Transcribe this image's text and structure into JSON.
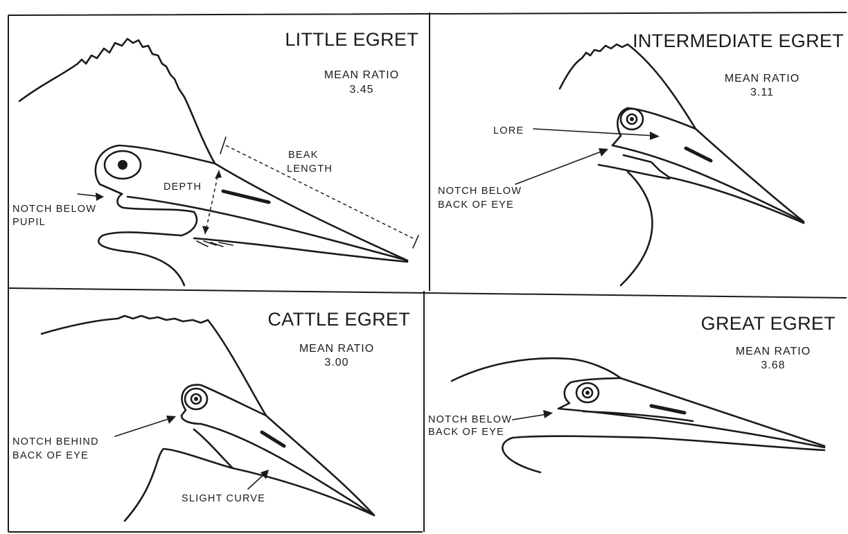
{
  "panels": {
    "little": {
      "title": "LITTLE EGRET",
      "ratio_label": "MEAN RATIO",
      "ratio_value": "3.45",
      "depth_label": "DEPTH",
      "beak_label_1": "BEAK",
      "beak_label_2": "LENGTH",
      "notch_label_1": "NOTCH BELOW",
      "notch_label_2": "PUPIL"
    },
    "intermediate": {
      "title": "INTERMEDIATE EGRET",
      "ratio_label": "MEAN RATIO",
      "ratio_value": "3.11",
      "lore_label": "LORE",
      "notch_label_1": "NOTCH BELOW",
      "notch_label_2": "BACK OF EYE"
    },
    "cattle": {
      "title": "CATTLE EGRET",
      "ratio_label": "MEAN RATIO",
      "ratio_value": "3.00",
      "notch_label_1": "NOTCH BEHIND",
      "notch_label_2": "BACK OF EYE",
      "curve_label": "SLIGHT CURVE"
    },
    "great": {
      "title": "GREAT EGRET",
      "ratio_label": "MEAN RATIO",
      "ratio_value": "3.68",
      "notch_label_1": "NOTCH BELOW",
      "notch_label_2": "BACK OF EYE"
    }
  }
}
